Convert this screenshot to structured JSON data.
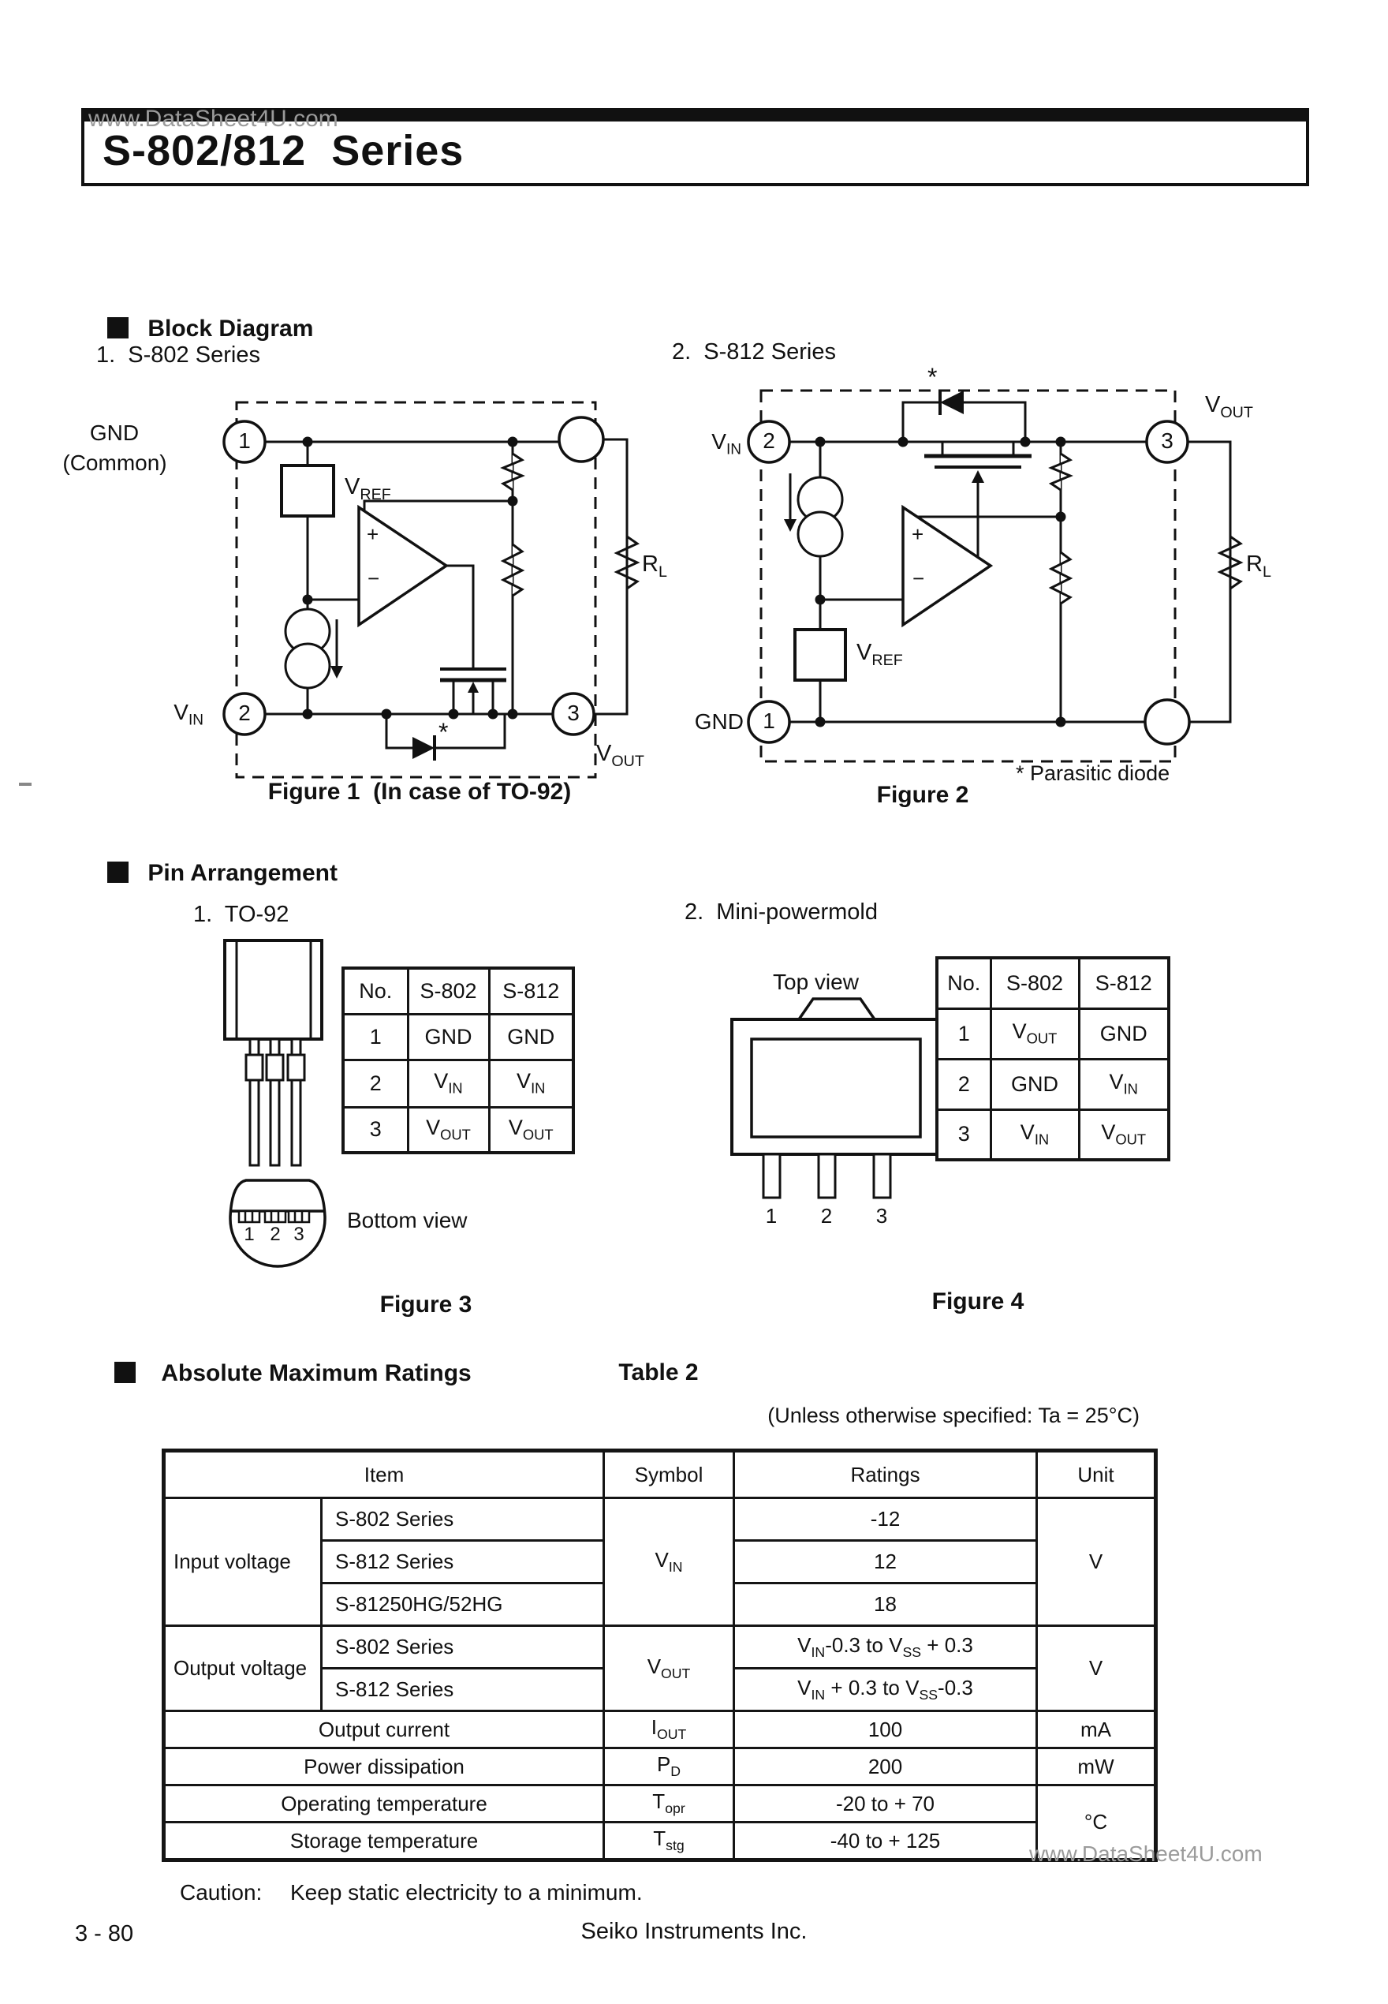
{
  "watermark_top": "www.DataSheet4U.com",
  "title": "S-802/812  Series",
  "sections": {
    "block_diagram": "Block Diagram",
    "pin_arrangement": "Pin Arrangement",
    "abs_max": "Absolute Maximum Ratings"
  },
  "figure1": {
    "heading": "1.  S-802 Series",
    "caption": "Figure 1  (In case of TO-92)",
    "labels": {
      "gnd": "GND",
      "common": "(Common)",
      "pin1": "1",
      "pin2": "2",
      "pin3": "3",
      "vin": "V_{IN}",
      "vout": "V_{OUT}",
      "vref": "V_{REF}",
      "rl": "R_{L}",
      "plus": "+",
      "minus": "−",
      "star": "*"
    }
  },
  "figure2": {
    "heading": "2.  S-812 Series",
    "caption": "Figure 2",
    "parasitic_note": "* Parasitic diode",
    "labels": {
      "gnd": "GND",
      "pin1": "1",
      "pin2": "2",
      "pin3": "3",
      "vin": "V_{IN}",
      "vout": "V_{OUT}",
      "vref": "V_{REF}",
      "rl": "R_{L}",
      "plus": "+",
      "minus": "−",
      "star": "*"
    }
  },
  "pin_arrangement": {
    "to92": {
      "heading": "1.  TO-92",
      "bottom_view": "Bottom view",
      "caption": "Figure 3",
      "pins": [
        "1",
        "2",
        "3"
      ],
      "table": {
        "headers": [
          "No.",
          "S-802",
          "S-812"
        ],
        "rows": [
          [
            "1",
            "GND",
            "GND"
          ],
          [
            "2",
            "V_{IN}",
            "V_{IN}"
          ],
          [
            "3",
            "V_{OUT}",
            "V_{OUT}"
          ]
        ]
      }
    },
    "mini": {
      "heading": "2.  Mini-powermold",
      "top_view": "Top view",
      "caption": "Figure 4",
      "pins": [
        "1",
        "2",
        "3"
      ],
      "table": {
        "headers": [
          "No.",
          "S-802",
          "S-812"
        ],
        "rows": [
          [
            "1",
            "V_{OUT}",
            "GND"
          ],
          [
            "2",
            "GND",
            "V_{IN}"
          ],
          [
            "3",
            "V_{IN}",
            "V_{OUT}"
          ]
        ]
      }
    }
  },
  "ratings": {
    "table_title": "Table 2",
    "condition": "(Unless otherwise specified: Ta = 25°C)",
    "headers": [
      "Item",
      "Symbol",
      "Ratings",
      "Unit"
    ],
    "input_voltage": {
      "item": "Input voltage",
      "symbol": "V_{IN}",
      "unit": "V",
      "rows": [
        {
          "sub": "S-802 Series",
          "rating": "-12"
        },
        {
          "sub": "S-812 Series",
          "rating": "12"
        },
        {
          "sub": "S-81250HG/52HG",
          "rating": "18"
        }
      ]
    },
    "output_voltage": {
      "item": "Output voltage",
      "symbol": "V_{OUT}",
      "unit": "V",
      "rows": [
        {
          "sub": "S-802 Series",
          "rating": "V_{IN}-0.3 to V_{SS} + 0.3"
        },
        {
          "sub": "S-812 Series",
          "rating": "V_{IN} + 0.3 to V_{SS}-0.3"
        }
      ]
    },
    "simple_rows": [
      {
        "item": "Output current",
        "symbol": "I_{OUT}",
        "rating": "100",
        "unit": "mA"
      },
      {
        "item": "Power dissipation",
        "symbol": "P_{D}",
        "rating": "200",
        "unit": "mW"
      },
      {
        "item": "Operating temperature",
        "symbol": "T_{opr}",
        "rating": "-20 to + 70",
        "unit": "°C"
      },
      {
        "item": "Storage temperature",
        "symbol": "T_{stg}",
        "rating": "-40 to + 125"
      }
    ],
    "caution_label": "Caution:",
    "caution_text": "Keep static electricity to a minimum."
  },
  "footer": {
    "page": "3 - 80",
    "company": "Seiko Instruments Inc.",
    "watermark": "www.DataSheet4U.com"
  },
  "colors": {
    "ink": "#111111",
    "watermark_gray": "#9b9b9b",
    "paper": "#ffffff"
  }
}
